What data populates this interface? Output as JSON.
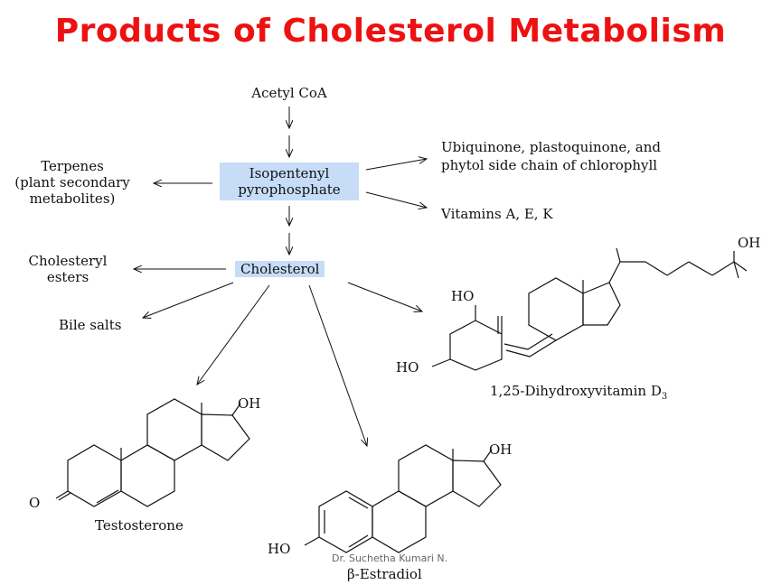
{
  "title": "Products of Cholesterol Metabolism",
  "nodes": {
    "acetyl_coa": "Acetyl CoA",
    "isopentenyl_1": "Isopentenyl",
    "isopentenyl_2": "pyrophosphate",
    "terpenes_1": "Terpenes",
    "terpenes_2": "(plant secondary",
    "terpenes_3": "metabolites)",
    "ubiquinone_1": "Ubiquinone, plastoquinone, and",
    "ubiquinone_2": "phytol side chain of chlorophyll",
    "vitamins": "Vitamins A, E, K",
    "cholesterol": "Cholesterol",
    "cholesteryl_1": "Cholesteryl",
    "cholesteryl_2": "esters",
    "bile_salts": "Bile salts",
    "vitd_name": "1,25-Dihydroxyvitamin D",
    "vitd_sub": "3",
    "testosterone": "Testosterone",
    "estradiol_beta": "β",
    "estradiol_name": "-Estradiol"
  },
  "structure_labels": {
    "oh": "OH",
    "ho": "HO",
    "o": "O"
  },
  "credit": "Dr. Suchetha Kumari N."
}
